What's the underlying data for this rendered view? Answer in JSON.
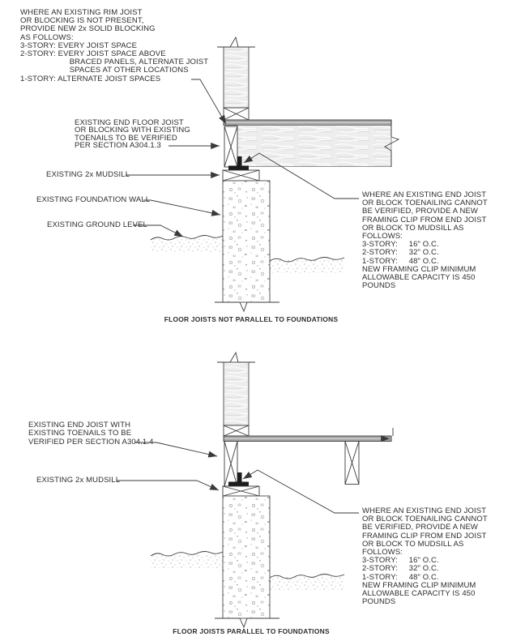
{
  "document": {
    "type": "construction-detail-diagram",
    "colors": {
      "background": "#ffffff",
      "line": "#3a3a3a",
      "text": "#2d2d2d",
      "wood_fill": "#ededed",
      "wood_grain": "#d9d9d9",
      "subfloor_fill": "#a6a6a6",
      "concrete_mark": "#9f9f9f",
      "clip_fill": "#1d1d1d"
    }
  },
  "diagram_top": {
    "caption": "FLOOR JOISTS NOT PARALLEL TO FOUNDATIONS",
    "labels": {
      "blocking_note": "WHERE AN EXISTING RIM JOIST\nOR BLOCKING IS NOT PRESENT,\nPROVIDE NEW 2x SOLID BLOCKING\nAS FOLLOWS:\n3-STORY: EVERY JOIST SPACE\n2-STORY: EVERY JOIST SPACE ABOVE\n                      BRACED PANELS, ALTERNATE JOIST\n                      SPACES AT OTHER LOCATIONS\n1-STORY: ALTERNATE JOIST SPACES",
      "end_floor_joist": "EXISTING END FLOOR JOIST\nOR BLOCKING WITH EXISTING\nTOENAILS TO BE VERIFIED\nPER SECTION A304.1.3",
      "mudsill": "EXISTING 2x MUDSILL",
      "foundation_wall": "EXISTING FOUNDATION WALL",
      "ground_level": "EXISTING GROUND LEVEL",
      "framing_clip_note": "WHERE AN EXISTING END JOIST\nOR BLOCK TOENAILING CANNOT\nBE VERIFIED, PROVIDE A NEW\nFRAMING CLIP FROM END JOIST\nOR BLOCK TO MUDSILL AS\nFOLLOWS:\n3-STORY:     16\" O.C.\n2-STORY:     32\" O.C.\n1-STORY:     48\" O.C.\nNEW FRAMING CLIP MINIMUM\nALLOWABLE CAPACITY IS 450\nPOUNDS"
    }
  },
  "diagram_bottom": {
    "caption": "FLOOR JOISTS PARALLEL TO FOUNDATIONS",
    "labels": {
      "end_joist": "EXISTING END JOIST WITH\nEXISTING TOENAILS TO BE\nVERIFIED PER SECTION A304.1.4",
      "mudsill": "EXISTING 2x MUDSILL",
      "framing_clip_note": "WHERE AN EXISTING END JOIST\nOR BLOCK TOENAILING CANNOT\nBE VERIFIED, PROVIDE A NEW\nFRAMING CLIP FROM END JOIST\nOR BLOCK TO MUDSILL AS\nFOLLOWS:\n3-STORY:     16\" O.C.\n2-STORY:     32\" O.C.\n1-STORY:     48\" O.C.\nNEW FRAMING CLIP MINIMUM\nALLOWABLE CAPACITY IS 450\nPOUNDS"
    }
  }
}
